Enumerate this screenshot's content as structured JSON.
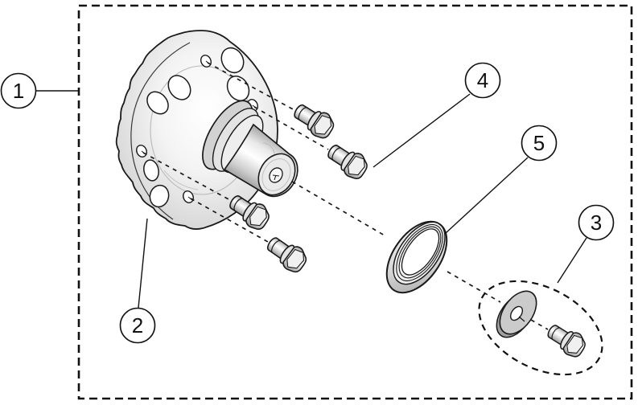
{
  "figure": {
    "type": "exploded-parts-diagram",
    "background_color": "#ffffff",
    "line_color": "#1a1a1a",
    "metal_light": "#e8e8e8",
    "metal_mid": "#cfcfcf",
    "metal_dark": "#9a9a9a",
    "callouts": [
      {
        "label": "1",
        "part": "assembly-frame"
      },
      {
        "label": "2",
        "part": "hub-spindle"
      },
      {
        "label": "3",
        "part": "washer-bolt-kit"
      },
      {
        "label": "4",
        "part": "flange-bolts"
      },
      {
        "label": "5",
        "part": "seal-ring"
      }
    ]
  }
}
